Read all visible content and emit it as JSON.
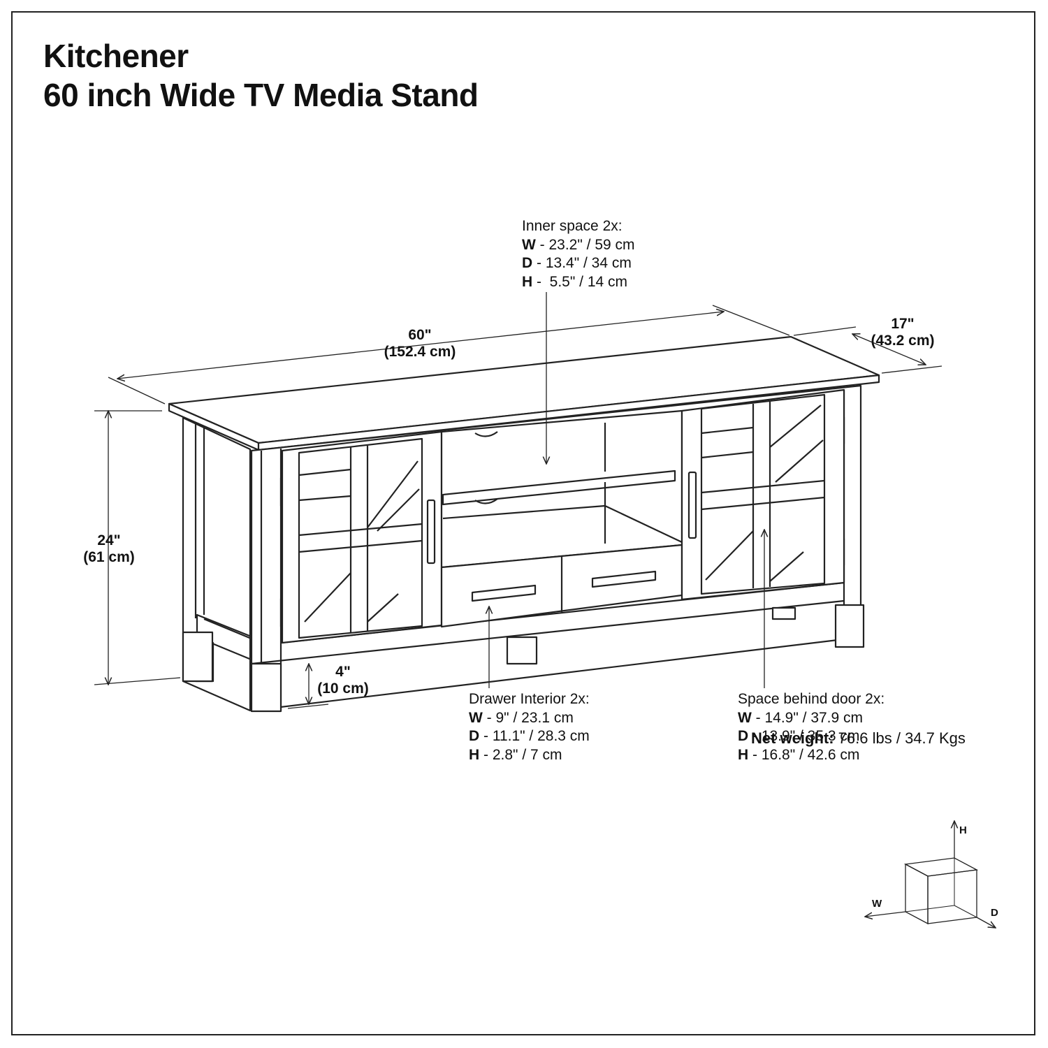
{
  "title": {
    "line1": "Kitchener",
    "line2": "60 inch Wide TV Media Stand"
  },
  "dimensions": {
    "width": {
      "in": "60\"",
      "cm": "(152.4 cm)"
    },
    "depth": {
      "in": "17\"",
      "cm": "(43.2 cm)"
    },
    "height": {
      "in": "24\"",
      "cm": "(61 cm)"
    },
    "leg": {
      "in": "4\"",
      "cm": "(10 cm)"
    }
  },
  "specs": {
    "inner": {
      "heading": "Inner space 2x:",
      "rows": [
        {
          "key": "W",
          "value": " - 23.2\" / 59 cm"
        },
        {
          "key": "D",
          "value": " - 13.4\" / 34 cm"
        },
        {
          "key": "H",
          "value": " -  5.5\" / 14 cm"
        }
      ]
    },
    "drawer": {
      "heading": "Drawer Interior 2x:",
      "rows": [
        {
          "key": "W",
          "value": " - 9\" / 23.1 cm"
        },
        {
          "key": "D",
          "value": " - 11.1\" / 28.3 cm"
        },
        {
          "key": "H",
          "value": " - 2.8\" / 7 cm"
        }
      ]
    },
    "door": {
      "heading": "Space behind door 2x:",
      "rows": [
        {
          "key": "W",
          "value": " - 14.9\" / 37.9 cm"
        },
        {
          "key": "D",
          "value": " - 13.9\" / 35.3 cm"
        },
        {
          "key": "H",
          "value": " - 16.8\" / 42.6 cm"
        }
      ]
    }
  },
  "axes": {
    "h": "H",
    "w": "W",
    "d": "D"
  },
  "weight": {
    "label": "Net weight:",
    "value": " 76.6 lbs / 34.7 Kgs"
  },
  "colors": {
    "line": "#222222",
    "background": "#ffffff"
  }
}
